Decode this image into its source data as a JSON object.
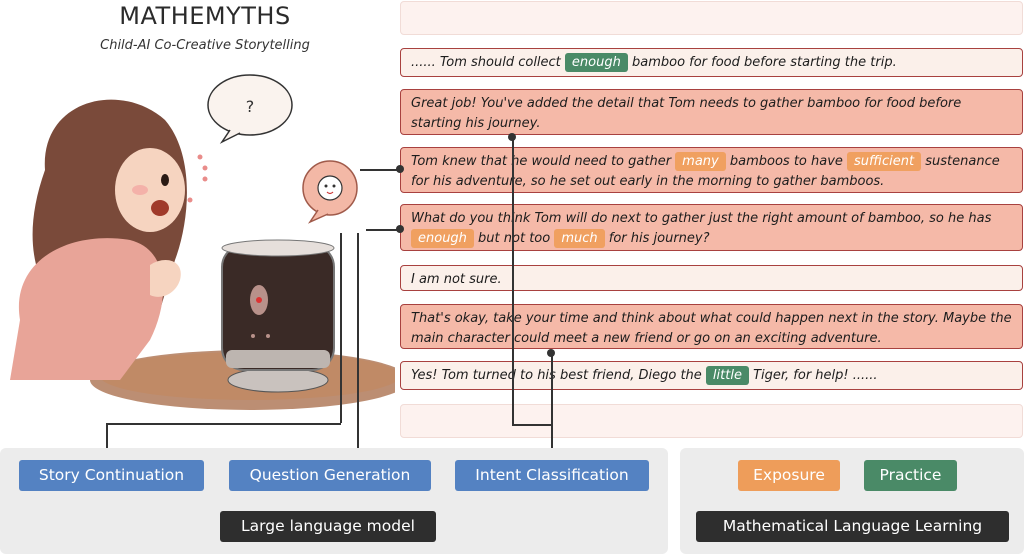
{
  "header": {
    "title": "MATHEMYTHS",
    "subtitle": "Child-AI Co-Creative Storytelling"
  },
  "illustration": {
    "child_bubble_icon": "question-mark",
    "robot_bubble_icon": "robot-face"
  },
  "dialogue": [
    {
      "speaker": "ghost",
      "text": ""
    },
    {
      "speaker": "child",
      "parts": [
        {
          "t": "...... Tom should collect "
        },
        {
          "tag": "enough",
          "color": "green"
        },
        {
          "t": " bamboo for food before starting the trip."
        }
      ]
    },
    {
      "speaker": "ai",
      "parts": [
        {
          "t": "Great job! You've added the detail that Tom needs to gather bamboo for food before starting his journey."
        }
      ]
    },
    {
      "speaker": "ai",
      "parts": [
        {
          "t": "Tom knew that he would need to gather "
        },
        {
          "tag": "many",
          "color": "orange"
        },
        {
          "t": " bamboos to have "
        },
        {
          "tag": "sufficient",
          "color": "orange"
        },
        {
          "t": " sustenance for his adventure, so he set out early in the morning to gather bamboos."
        }
      ]
    },
    {
      "speaker": "ai",
      "parts": [
        {
          "t": "What do you think Tom will do next to gather just the right amount of bamboo, so he has "
        },
        {
          "tag": "enough",
          "color": "orange"
        },
        {
          "t": " but not too "
        },
        {
          "tag": "much",
          "color": "orange"
        },
        {
          "t": " for his journey?"
        }
      ]
    },
    {
      "speaker": "child",
      "parts": [
        {
          "t": "I am not sure."
        }
      ]
    },
    {
      "speaker": "ai",
      "parts": [
        {
          "t": "That's okay, take your time and think about what could happen next in the story. Maybe the main character could meet a new friend or go on an exciting adventure."
        }
      ]
    },
    {
      "speaker": "child",
      "parts": [
        {
          "t": "Yes! Tom turned to his best friend, Diego the "
        },
        {
          "tag": "little",
          "color": "green"
        },
        {
          "t": " Tiger, for help! ......"
        }
      ]
    },
    {
      "speaker": "ghost",
      "text": ""
    }
  ],
  "llm_panel": {
    "modules": [
      "Story Continuation",
      "Question Generation",
      "Intent Classification"
    ],
    "label": "Large language model"
  },
  "learning_panel": {
    "modes": [
      "Exposure",
      "Practice"
    ],
    "label": "Mathematical Language Learning"
  },
  "colors": {
    "child_bg": "#fbf0ea",
    "ai_bg": "#f5b9a8",
    "border": "#a8413f",
    "exposure": "#ee9d5a",
    "practice": "#4a8a67",
    "module_blue": "#5482c2",
    "panel_bg": "#ececec",
    "label_dark": "#2e2e2e"
  }
}
